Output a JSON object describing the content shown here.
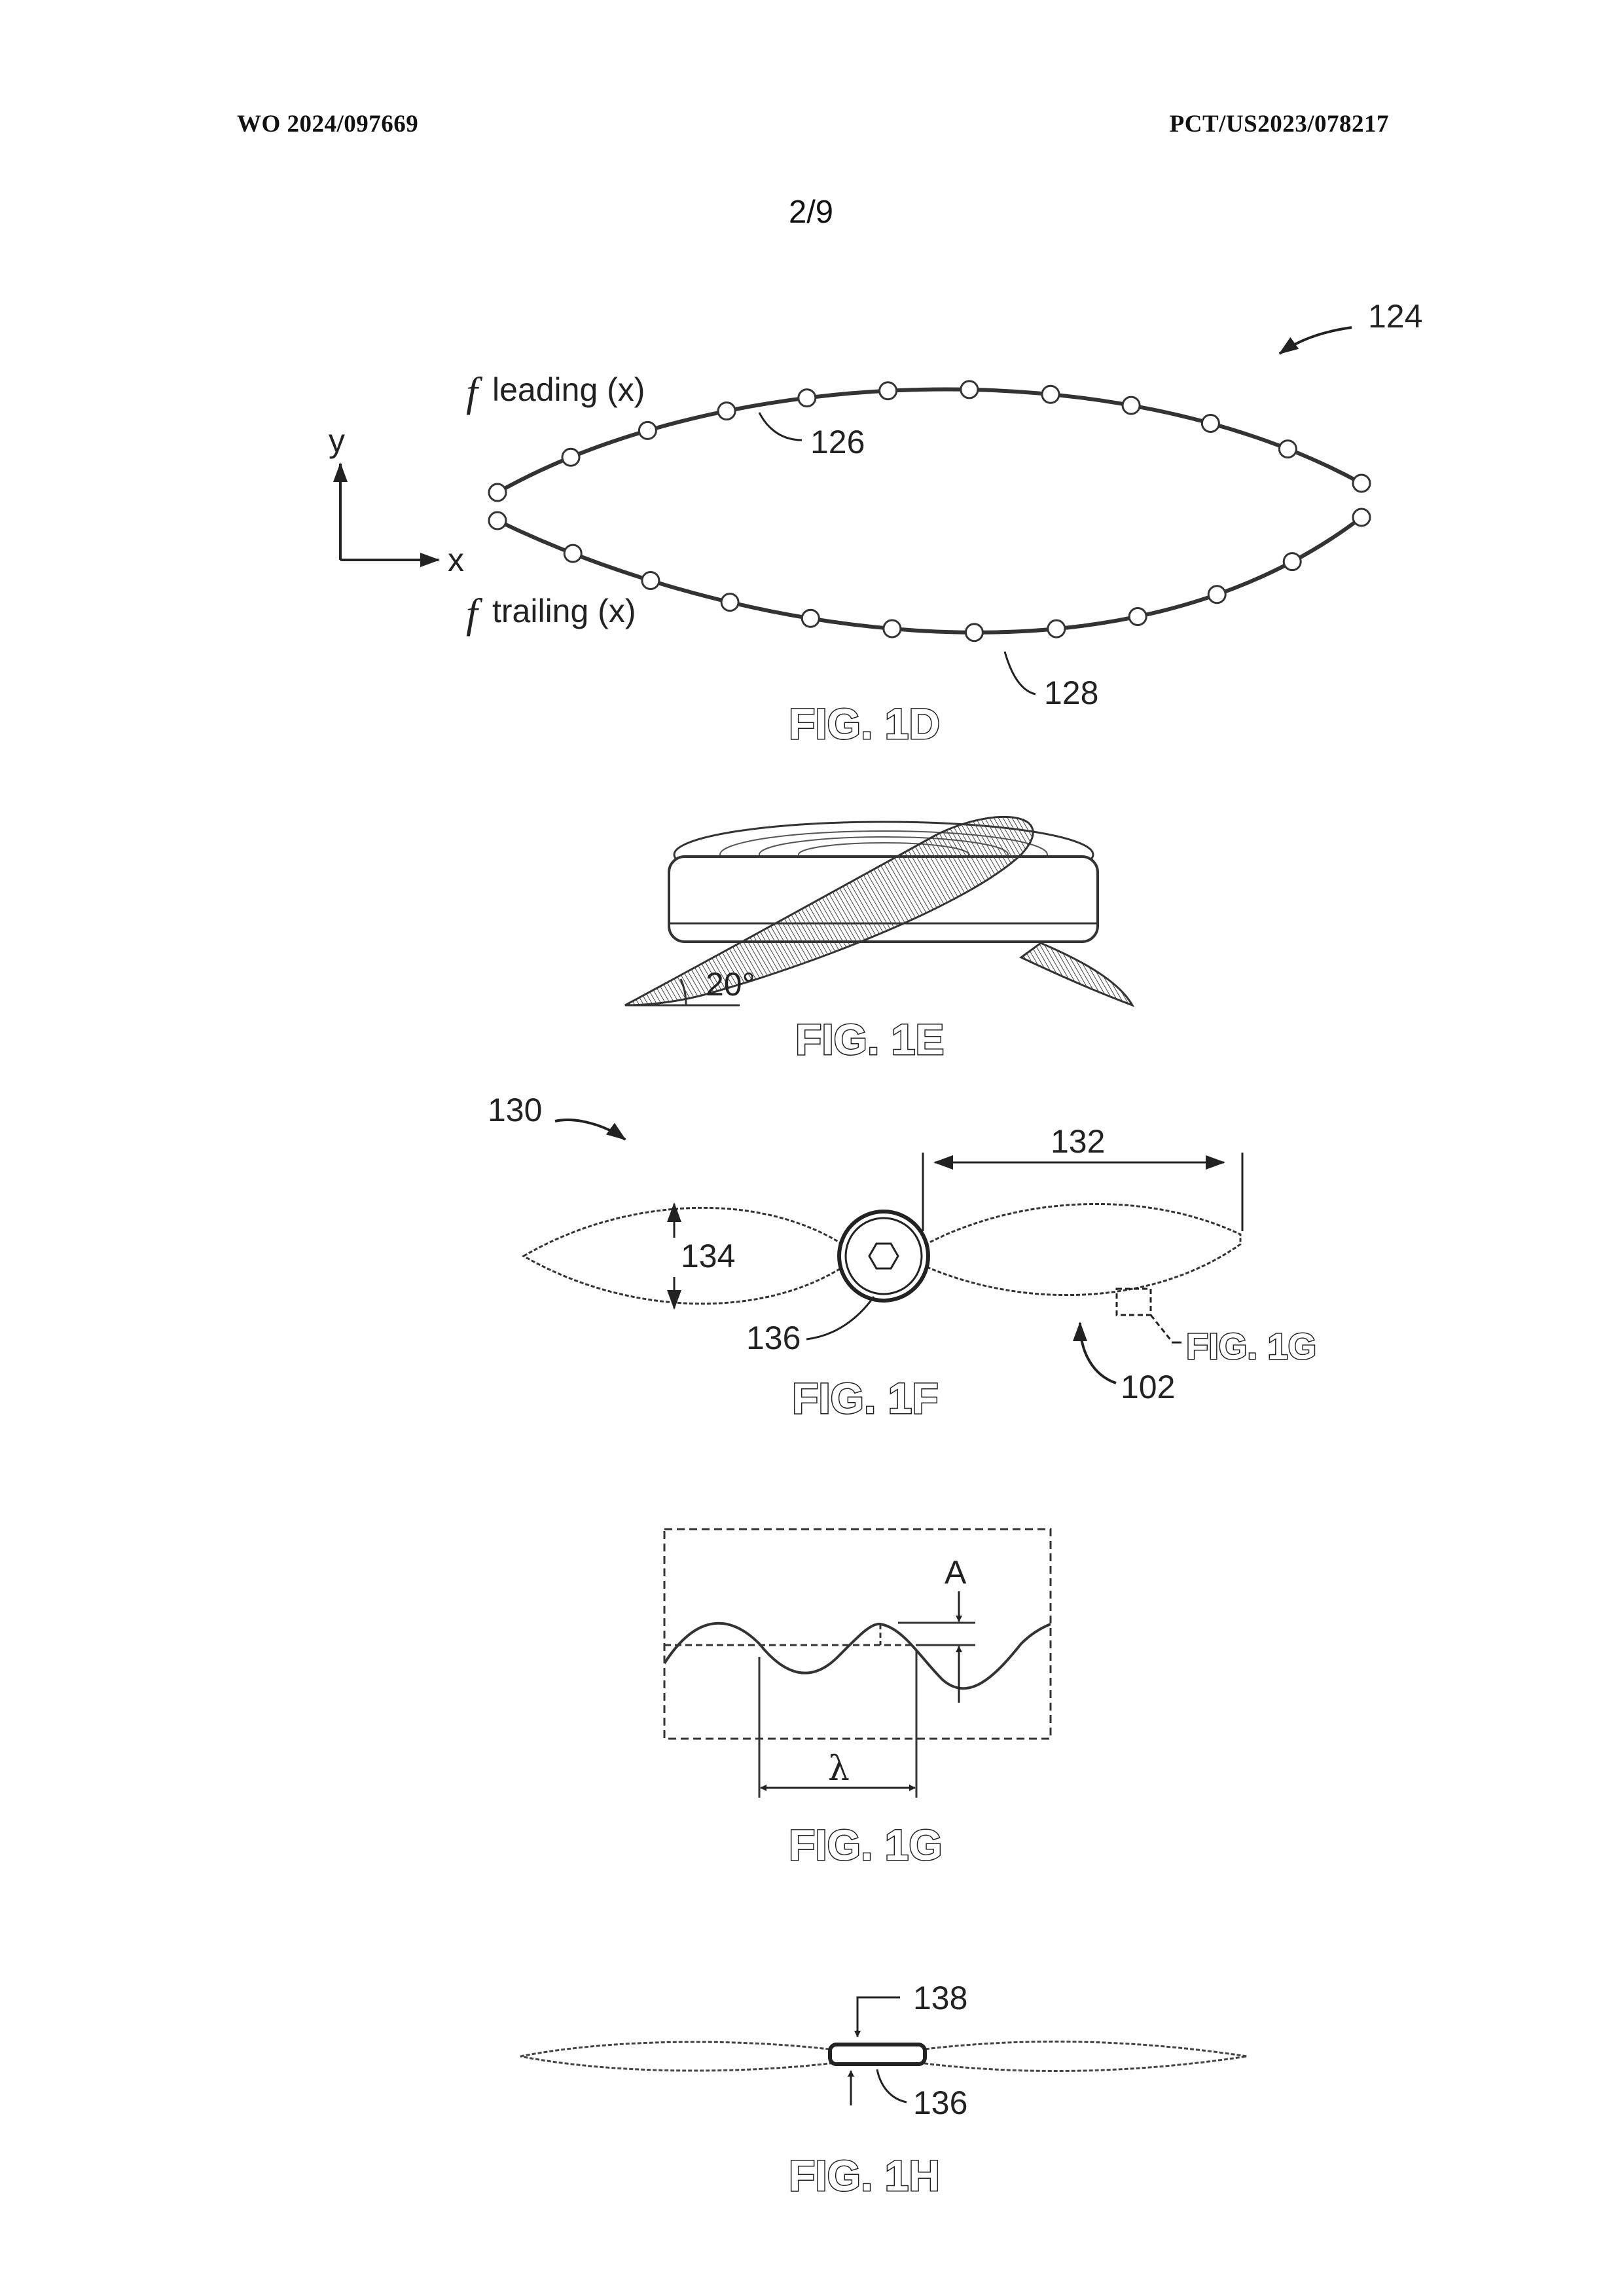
{
  "header": {
    "publication_number": "WO 2024/097669",
    "application_number": "PCT/US2023/078217",
    "sheet": "2/9"
  },
  "fig_1d": {
    "caption": "FIG. 1D",
    "ref_124": "124",
    "ref_126": "126",
    "ref_128": "128",
    "f_symbol": "f",
    "leading_label": "leading (x)",
    "trailing_label": "trailing (x)",
    "axis_y": "y",
    "axis_x": "x"
  },
  "fig_1e": {
    "caption": "FIG. 1E",
    "angle": "20°"
  },
  "fig_1f": {
    "caption": "FIG. 1F",
    "ref_130": "130",
    "ref_132": "132",
    "ref_134": "134",
    "ref_136": "136",
    "ref_102": "102",
    "detail_ref": "FIG. 1G"
  },
  "fig_1g": {
    "caption": "FIG. 1G",
    "amplitude": "A",
    "wavelength": "λ"
  },
  "fig_1h": {
    "caption": "FIG. 1H",
    "ref_138": "138",
    "ref_136": "136"
  }
}
